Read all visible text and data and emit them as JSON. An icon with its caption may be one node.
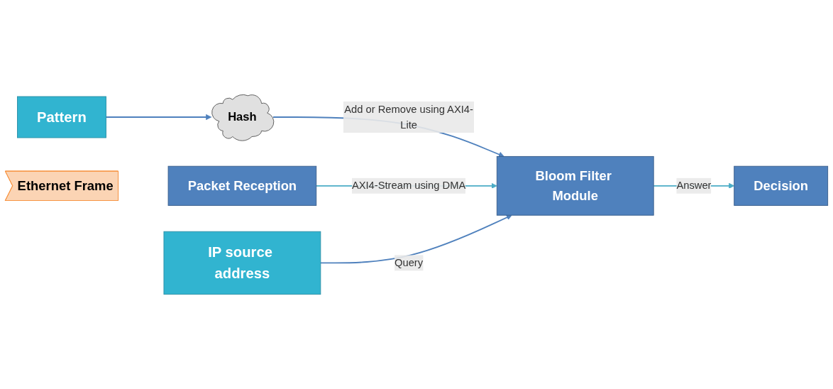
{
  "diagram": {
    "nodes": [
      {
        "text": [
          "Pattern"
        ]
      },
      {
        "text": [
          "Hash"
        ]
      },
      {
        "text": [
          "Ethernet Frame"
        ]
      },
      {
        "text": [
          "Packet Reception"
        ]
      },
      {
        "text": [
          "Bloom Filter Module"
        ]
      },
      {
        "text": [
          "Decision"
        ]
      },
      {
        "text": [
          "IP source address"
        ]
      }
    ],
    "edges": [
      {
        "from": 0,
        "to": 1,
        "arrow": "to"
      },
      {
        "from": 1,
        "to": 4,
        "arrow": "to",
        "label": "Add or Remove using AXI4-Lite"
      },
      {
        "from": 3,
        "to": 4,
        "arrow": "to",
        "label": "AXI4-Stream using DMA",
        "color": "#4bacc6"
      },
      {
        "from": 4,
        "to": 5,
        "arrow": "to",
        "label": "Answer",
        "color": "#4bacc6"
      },
      {
        "from": 6,
        "to": 4,
        "arrow": "to",
        "label": "Query"
      }
    ]
  }
}
